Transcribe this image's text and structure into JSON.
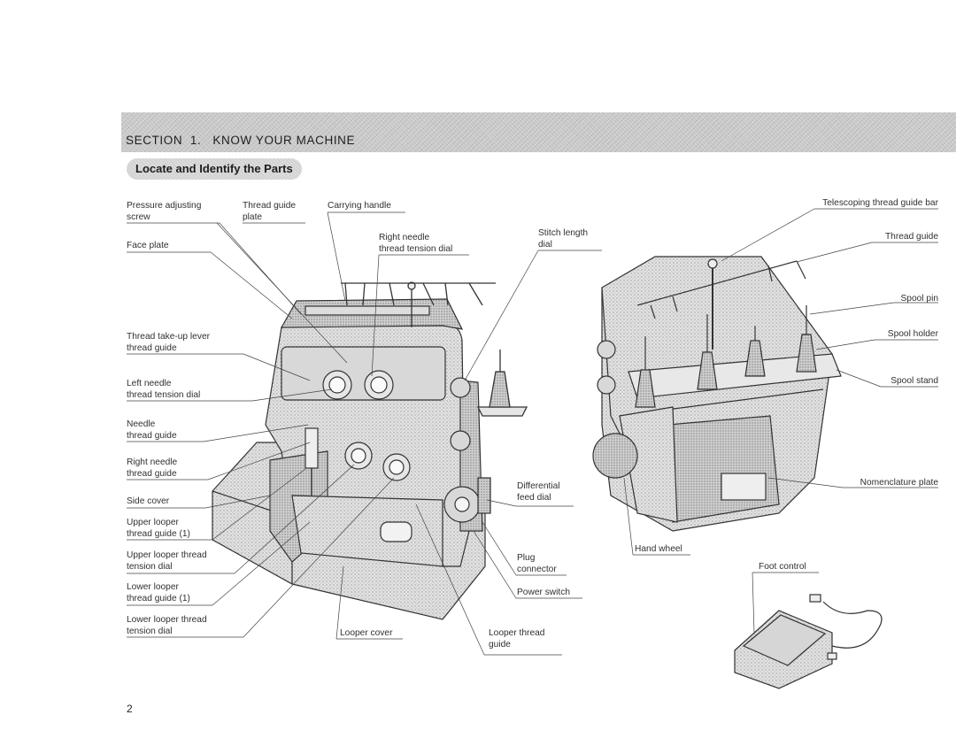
{
  "header": {
    "section_title": "SECTION  1.   KNOW YOUR MACHINE",
    "subheading": "Locate and Identify the Parts"
  },
  "labels": {
    "pressure_adjusting_screw": [
      "Pressure adjusting",
      "screw"
    ],
    "thread_guide_plate": [
      "Thread guide",
      "plate"
    ],
    "carrying_handle": [
      "Carrying handle"
    ],
    "right_needle_tension_dial": [
      "Right needle",
      "thread tension dial"
    ],
    "stitch_length_dial": [
      "Stitch length",
      "dial"
    ],
    "face_plate": [
      "Face plate"
    ],
    "take_up_lever_guide": [
      "Thread take-up lever",
      "thread guide"
    ],
    "left_needle_tension_dial": [
      "Left needle",
      "thread tension dial"
    ],
    "needle_thread_guide": [
      "Needle",
      "thread guide"
    ],
    "right_needle_thread_guide": [
      "Right needle",
      "thread guide"
    ],
    "side_cover": [
      "Side cover"
    ],
    "upper_looper_thread_guide": [
      "Upper looper",
      "thread guide (1)"
    ],
    "upper_looper_tension_dial": [
      "Upper looper thread",
      "tension dial"
    ],
    "lower_looper_thread_guide": [
      "Lower looper",
      "thread guide (1)"
    ],
    "lower_looper_tension_dial": [
      "Lower looper thread",
      "tension dial"
    ],
    "looper_cover": [
      "Looper cover"
    ],
    "looper_thread_guide": [
      "Looper thread",
      "guide"
    ],
    "differential_feed_dial": [
      "Differential",
      "feed dial"
    ],
    "plug_connector": [
      "Plug",
      "connector"
    ],
    "power_switch": [
      "Power switch"
    ],
    "telescoping_thread_guide_bar": [
      "Telescoping thread guide bar"
    ],
    "thread_guide": [
      "Thread guide"
    ],
    "spool_pin": [
      "Spool pin"
    ],
    "spool_holder": [
      "Spool holder"
    ],
    "spool_stand": [
      "Spool stand"
    ],
    "nomenclature_plate": [
      "Nomenclature plate"
    ],
    "hand_wheel": [
      "Hand wheel"
    ],
    "foot_control": [
      "Foot control"
    ]
  },
  "page_number": "2"
}
